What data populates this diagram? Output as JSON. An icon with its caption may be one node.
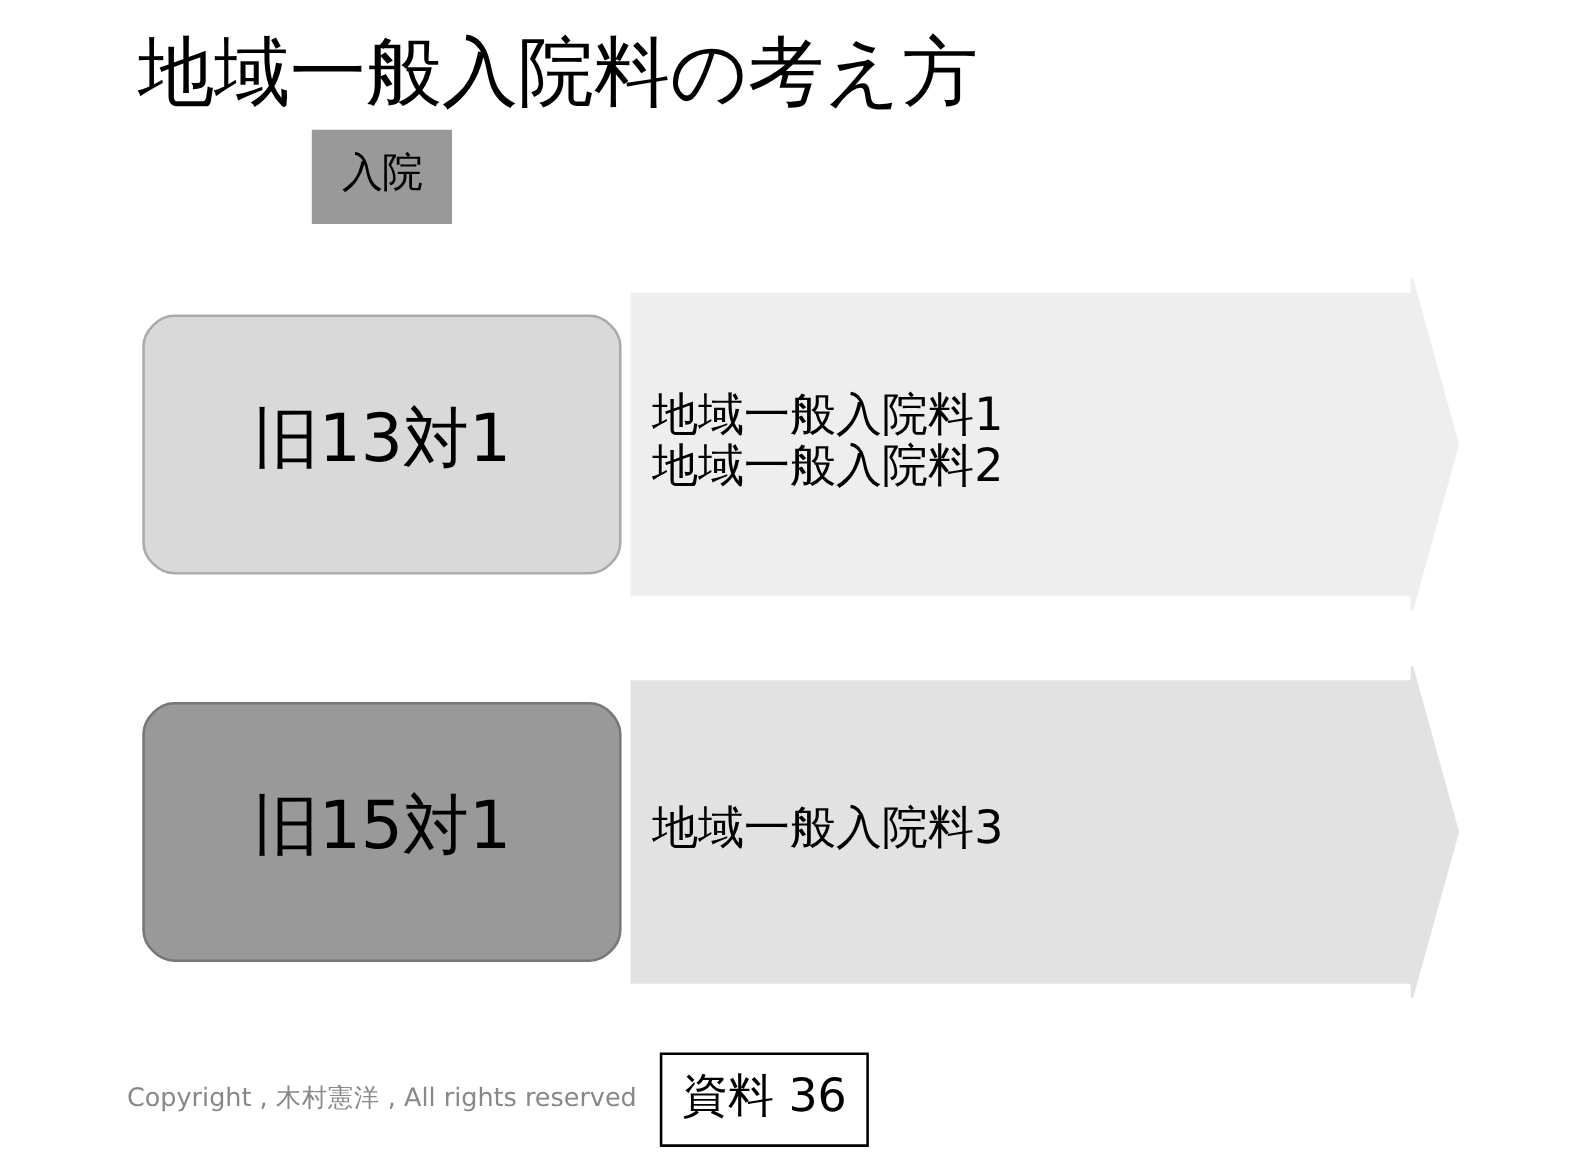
{
  "diagram": {
    "title": "地域一般入院料の考え方",
    "nodes": [
      {
        "text": [
          "入院"
        ]
      },
      {
        "text": [
          "旧13対1"
        ]
      },
      {
        "text": [
          "地域一般入院料1",
          "地域一般入院料2"
        ]
      },
      {
        "text": [
          "旧15対1"
        ]
      },
      {
        "text": [
          "地域一般入院料3"
        ]
      },
      {
        "text": [
          "資料 36"
        ]
      }
    ],
    "edges": [],
    "labels": [
      "Copyright , 木村憲洋 , All rights reserved"
    ]
  }
}
